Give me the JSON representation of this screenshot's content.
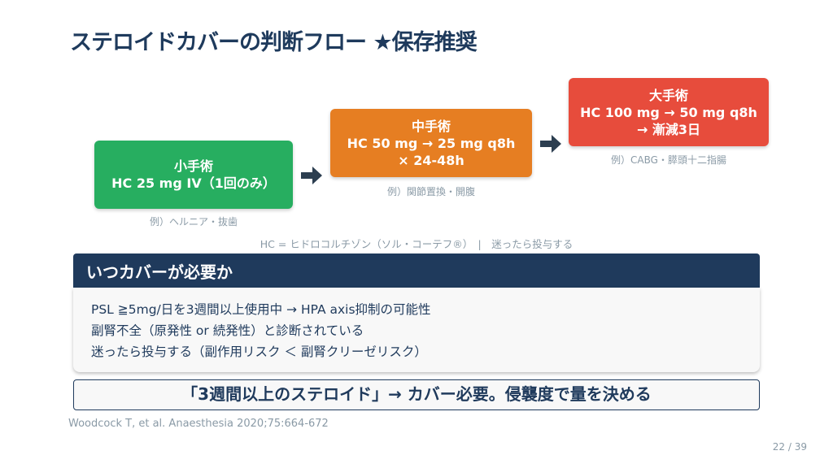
{
  "title": "ステロイドカバーの判断フロー ★保存推奨",
  "flow": [
    {
      "name": "小手術",
      "lines": [
        "HC 25 mg IV（1回のみ）"
      ],
      "example": "例）ヘルニア・抜歯",
      "color": "#27ae60"
    },
    {
      "name": "中手術",
      "lines": [
        "HC 50 mg → 25 mg q8h",
        "× 24-48h"
      ],
      "example": "例）関節置換・開腹",
      "color": "#e67e22"
    },
    {
      "name": "大手術",
      "lines": [
        "HC 100 mg → 50 mg q8h",
        "→ 漸減3日"
      ],
      "example": "例）CABG・膵頭十二指腸",
      "color": "#e74c3c"
    }
  ],
  "note": "HC = ヒドロコルチゾン（ソル・コーテフ®）　|　迷ったら投与する",
  "section": {
    "header": "いつカバーが必要か",
    "items": [
      "PSL ≧5mg/日を3週間以上使用中 → HPA axis抑制の可能性",
      "副腎不全（原発性 or 続発性）と診断されている",
      "迷ったら投与する（副作用リスク ＜ 副腎クリーゼリスク）"
    ]
  },
  "conclusion": "「3週間以上のステロイド」→ カバー必要。侵襲度で量を決める",
  "citation": "Woodcock T, et al. Anaesthesia 2020;75:664-672",
  "page": "22 / 39"
}
